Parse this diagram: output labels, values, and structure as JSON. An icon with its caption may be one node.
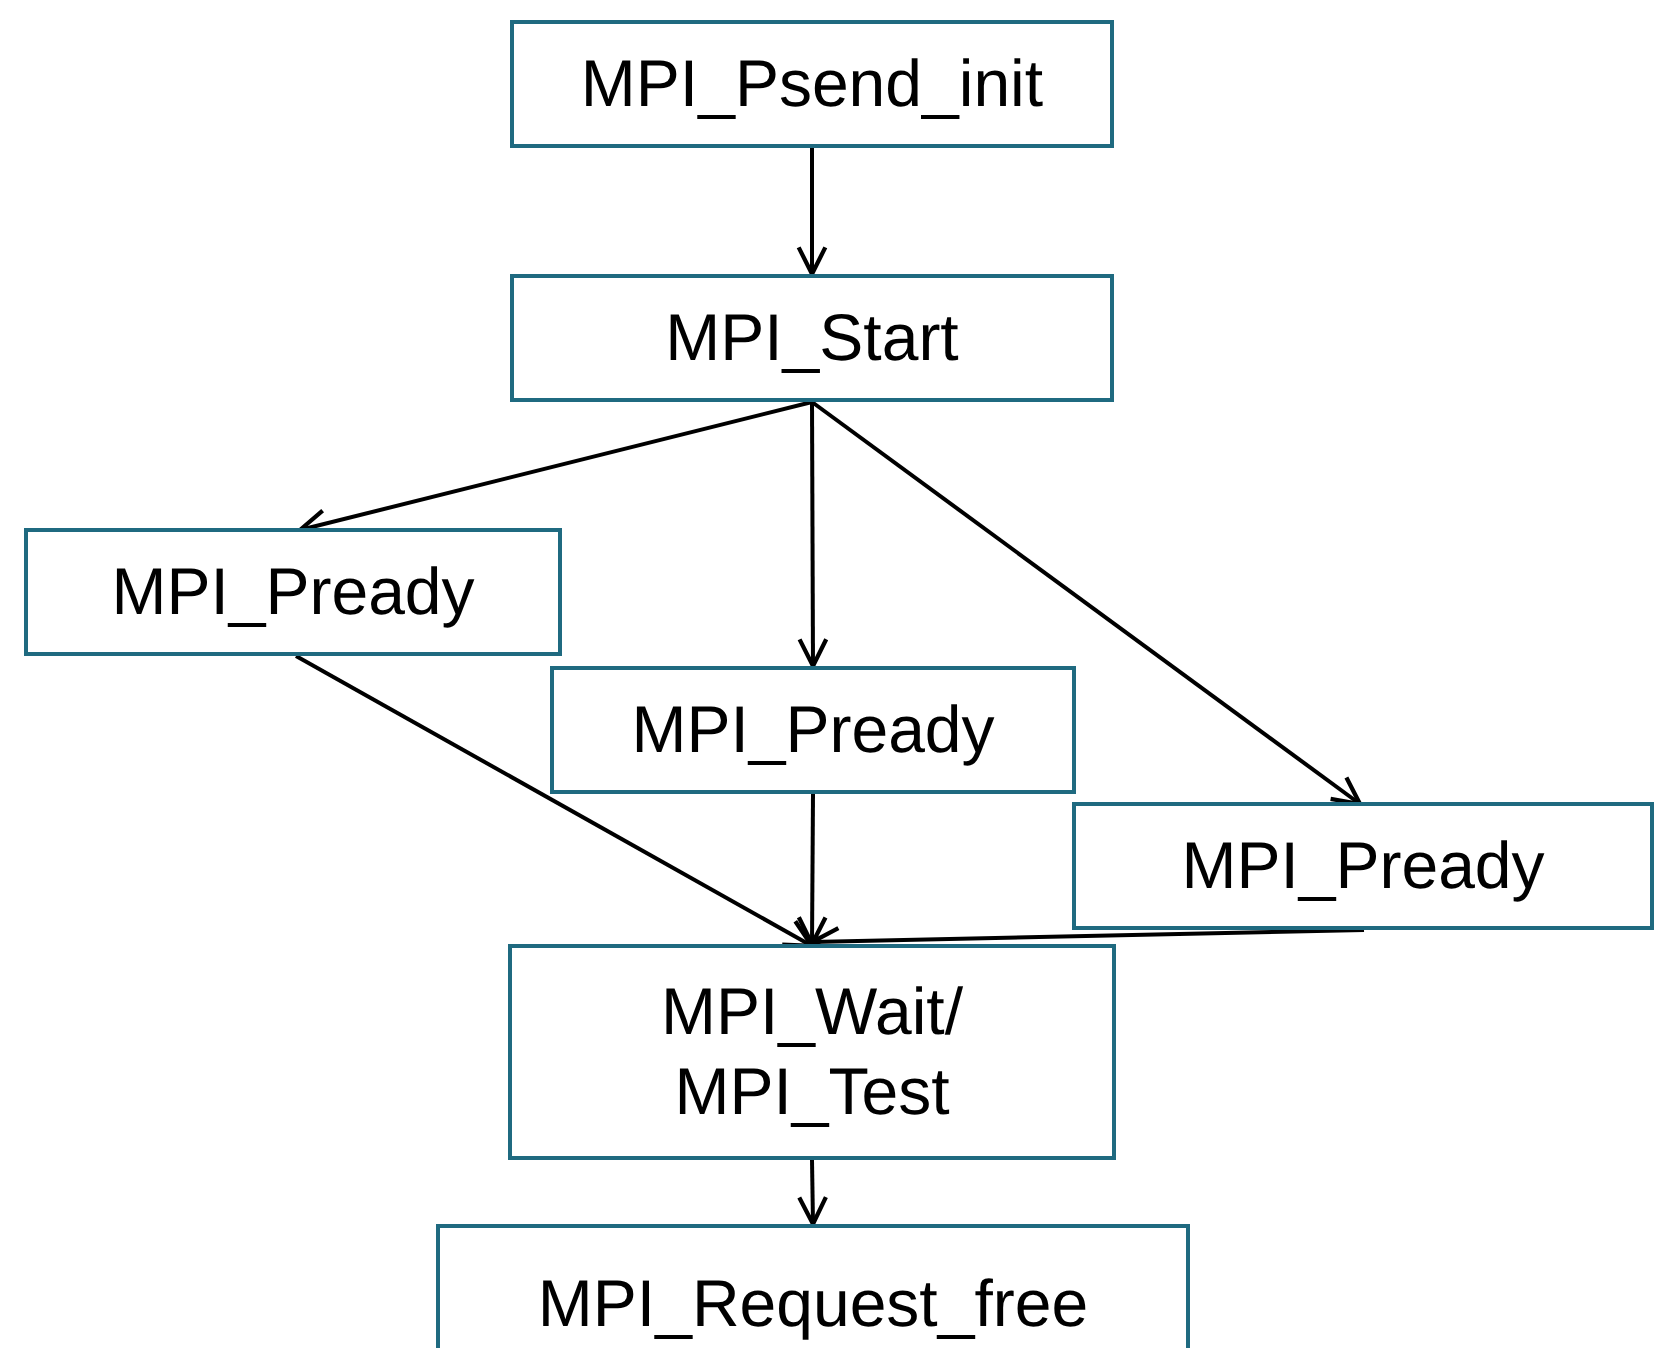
{
  "diagram": {
    "nodes": [
      {
        "text": [
          "MPI_Psend_init"
        ]
      },
      {
        "text": [
          "MPI_Start"
        ]
      },
      {
        "text": [
          "MPI_Pready"
        ]
      },
      {
        "text": [
          "MPI_Pready"
        ]
      },
      {
        "text": [
          "MPI_Pready"
        ]
      },
      {
        "text": [
          "MPI_Wait/ MPI_Test"
        ]
      },
      {
        "text": [
          "MPI_Request_free"
        ]
      }
    ],
    "edges": [
      {
        "from": 0,
        "to": 1,
        "arrow": "to"
      },
      {
        "from": 1,
        "to": 2,
        "arrow": "to"
      },
      {
        "from": 1,
        "to": 3,
        "arrow": "to"
      },
      {
        "from": 1,
        "to": 4,
        "arrow": "to"
      },
      {
        "from": 2,
        "to": 5,
        "arrow": "to"
      },
      {
        "from": 3,
        "to": 5,
        "arrow": "to"
      },
      {
        "from": 4,
        "to": 5,
        "arrow": "to"
      },
      {
        "from": 5,
        "to": 6,
        "arrow": "to"
      }
    ]
  }
}
